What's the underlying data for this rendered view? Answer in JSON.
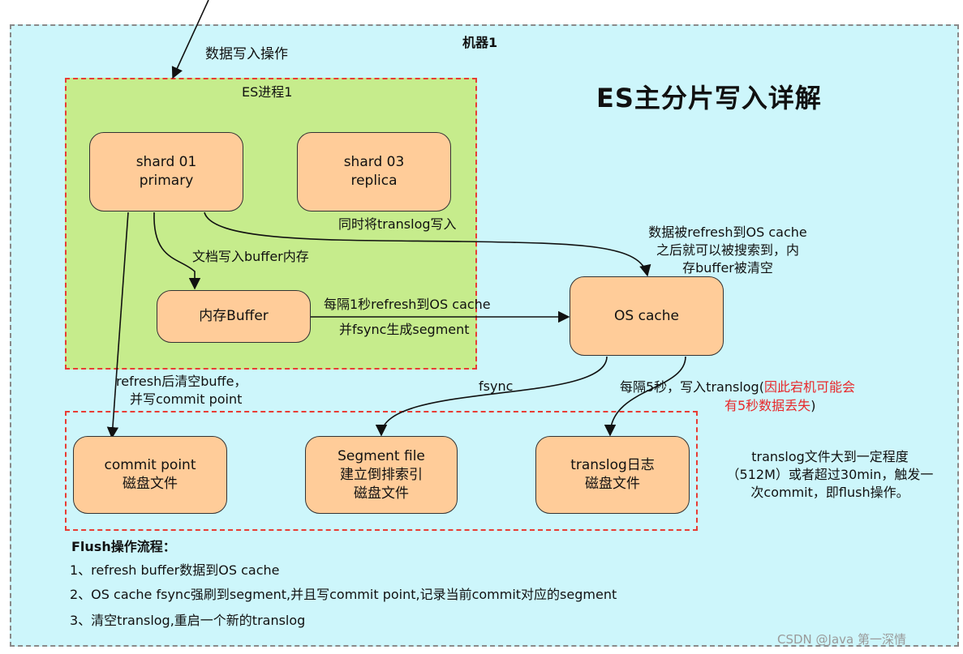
{
  "machine": {
    "label": "机器1"
  },
  "title": "ES主分片写入详解",
  "write_op_label": "数据写入操作",
  "es_process": {
    "label": "ES进程1"
  },
  "nodes": {
    "shard01": {
      "line1": "shard 01",
      "line2": "primary"
    },
    "shard03": {
      "line1": "shard 03",
      "line2": "replica"
    },
    "buffer": {
      "line1": "内存Buffer"
    },
    "os_cache": {
      "line1": "OS cache"
    },
    "commit_point": {
      "line1": "commit point",
      "line2": "磁盘文件"
    },
    "segment_file": {
      "line1": "Segment file",
      "line2": "建立倒排索引",
      "line3": "磁盘文件"
    },
    "translog": {
      "line1": "translog日志",
      "line2": "磁盘文件"
    }
  },
  "edge_labels": {
    "translog_write": "同时将translog写入",
    "buffer_write": "文档写入buffer内存",
    "refresh_line1": "每隔1秒refresh到OS cache",
    "refresh_line2": "并fsync生成segment",
    "searchable_line1": "数据被refresh到OS cache",
    "searchable_line2": "之后就可以被搜索到，内",
    "searchable_line3": "存buffer被清空",
    "clear_line1": "refresh后清空buffe，",
    "clear_line2": "并写commit point",
    "fsync": "fsync",
    "translog_every_prefix": "每隔5秒，写入translog(",
    "translog_every_red1": "因此宕机可能会",
    "translog_every_red2": "有5秒数据丢失",
    "translog_every_suffix": ")"
  },
  "translog_note": {
    "line1": "translog文件大到一定程度",
    "line2": "（512M）或者超过30min，触发一",
    "line3": "次commit，即flush操作。"
  },
  "flush": {
    "title": "Flush操作流程：",
    "steps": [
      "1、refresh  buffer数据到OS cache",
      "2、OS cache fsync强刷到segment,并且写commit point,记录当前commit对应的segment",
      "3、清空translog,重启一个新的translog"
    ]
  },
  "watermark": "CSDN @Java 第一深情",
  "colors": {
    "machine_bg": "#cdf6fb",
    "es_bg": "#c6ec8c",
    "node_fill": "#ffcc99",
    "dashed_red": "#e83c34",
    "warn_red": "#e8282a"
  }
}
